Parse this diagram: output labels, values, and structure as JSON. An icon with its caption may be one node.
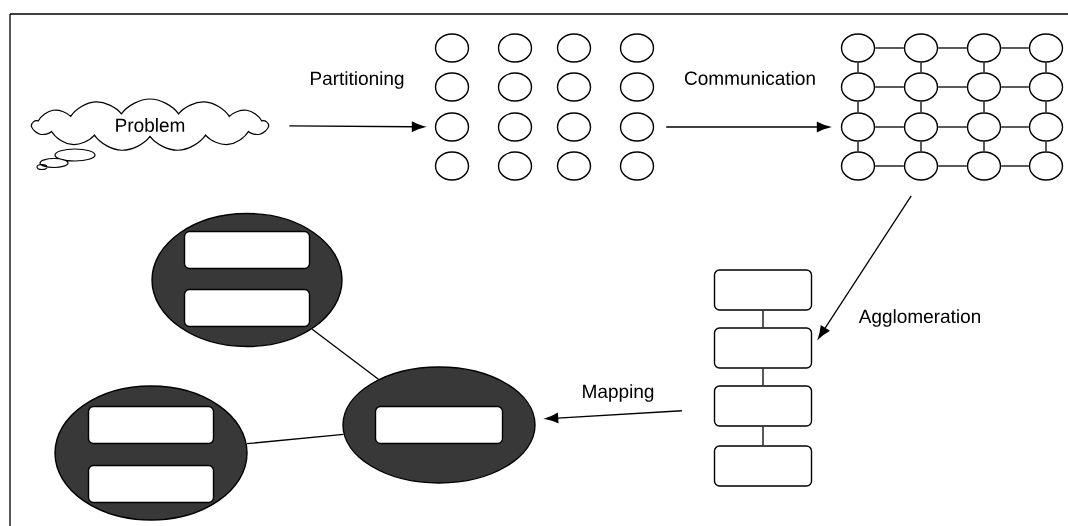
{
  "diagram": {
    "nodes": [
      {
        "text": [
          "Problem"
        ]
      },
      {
        "text": [],
        "shape": "circle"
      },
      {
        "text": [],
        "shape": "circle"
      },
      {
        "text": [],
        "shape": "circle"
      },
      {
        "text": [],
        "shape": "circle"
      },
      {
        "text": [],
        "shape": "circle"
      },
      {
        "text": [],
        "shape": "circle"
      },
      {
        "text": [],
        "shape": "circle"
      },
      {
        "text": [],
        "shape": "circle"
      },
      {
        "text": [],
        "shape": "circle"
      },
      {
        "text": [],
        "shape": "circle"
      },
      {
        "text": [],
        "shape": "circle"
      },
      {
        "text": [],
        "shape": "circle"
      },
      {
        "text": [],
        "shape": "circle"
      },
      {
        "text": [],
        "shape": "circle"
      },
      {
        "text": [],
        "shape": "circle"
      },
      {
        "text": [],
        "shape": "circle"
      },
      {
        "text": [],
        "shape": "circle"
      },
      {
        "text": [],
        "shape": "circle"
      },
      {
        "text": [],
        "shape": "circle"
      },
      {
        "text": [],
        "shape": "circle"
      },
      {
        "text": [],
        "shape": "circle"
      },
      {
        "text": [],
        "shape": "circle"
      },
      {
        "text": [],
        "shape": "circle"
      },
      {
        "text": [],
        "shape": "circle"
      },
      {
        "text": [],
        "shape": "circle"
      },
      {
        "text": [],
        "shape": "circle"
      },
      {
        "text": [],
        "shape": "circle"
      },
      {
        "text": [],
        "shape": "circle"
      },
      {
        "text": [],
        "shape": "circle"
      },
      {
        "text": [],
        "shape": "circle"
      },
      {
        "text": [],
        "shape": "circle"
      },
      {
        "text": [],
        "shape": "circle"
      },
      {
        "text": [],
        "shape": "box"
      },
      {
        "text": [],
        "shape": "box"
      },
      {
        "text": [],
        "shape": "box"
      },
      {
        "text": [],
        "shape": "box"
      },
      {
        "text": [],
        "shape": "ellipse"
      },
      {
        "text": [],
        "shape": "box",
        "in": 37
      },
      {
        "text": [],
        "shape": "box",
        "in": 37
      },
      {
        "text": [],
        "shape": "ellipse"
      },
      {
        "text": [],
        "shape": "box",
        "in": 40
      },
      {
        "text": [],
        "shape": "ellipse"
      },
      {
        "text": [],
        "shape": "box",
        "in": 42
      },
      {
        "text": [],
        "shape": "box",
        "in": 42
      }
    ],
    "edges": [
      {
        "from": 0,
        "to": 9,
        "arrow": "to",
        "label": "Partitioning"
      },
      {
        "from": 12,
        "to": 25,
        "arrow": "to",
        "label": "Communication"
      },
      {
        "from": 17,
        "to": 18,
        "arrow": "none"
      },
      {
        "from": 18,
        "to": 19,
        "arrow": "none"
      },
      {
        "from": 19,
        "to": 20,
        "arrow": "none"
      },
      {
        "from": 21,
        "to": 22,
        "arrow": "none"
      },
      {
        "from": 22,
        "to": 23,
        "arrow": "none"
      },
      {
        "from": 23,
        "to": 24,
        "arrow": "none"
      },
      {
        "from": 25,
        "to": 26,
        "arrow": "none"
      },
      {
        "from": 26,
        "to": 27,
        "arrow": "none"
      },
      {
        "from": 27,
        "to": 28,
        "arrow": "none"
      },
      {
        "from": 29,
        "to": 30,
        "arrow": "none"
      },
      {
        "from": 30,
        "to": 31,
        "arrow": "none"
      },
      {
        "from": 31,
        "to": 32,
        "arrow": "none"
      },
      {
        "from": 17,
        "to": 21,
        "arrow": "none"
      },
      {
        "from": 18,
        "to": 22,
        "arrow": "none"
      },
      {
        "from": 19,
        "to": 23,
        "arrow": "none"
      },
      {
        "from": 20,
        "to": 24,
        "arrow": "none"
      },
      {
        "from": 21,
        "to": 25,
        "arrow": "none"
      },
      {
        "from": 22,
        "to": 26,
        "arrow": "none"
      },
      {
        "from": 23,
        "to": 27,
        "arrow": "none"
      },
      {
        "from": 24,
        "to": 28,
        "arrow": "none"
      },
      {
        "from": 25,
        "to": 29,
        "arrow": "none"
      },
      {
        "from": 26,
        "to": 30,
        "arrow": "none"
      },
      {
        "from": 27,
        "to": 31,
        "arrow": "none"
      },
      {
        "from": 28,
        "to": 32,
        "arrow": "none"
      },
      {
        "from": 30,
        "to": 34,
        "arrow": "to",
        "label": "Agglomeration"
      },
      {
        "from": 33,
        "to": 34,
        "arrow": "none"
      },
      {
        "from": 34,
        "to": 35,
        "arrow": "none"
      },
      {
        "from": 35,
        "to": 36,
        "arrow": "none"
      },
      {
        "from": 35,
        "to": 40,
        "arrow": "to",
        "label": "Mapping"
      },
      {
        "from": 40,
        "to": 37,
        "arrow": "none"
      },
      {
        "from": 40,
        "to": 42,
        "arrow": "none"
      }
    ]
  }
}
